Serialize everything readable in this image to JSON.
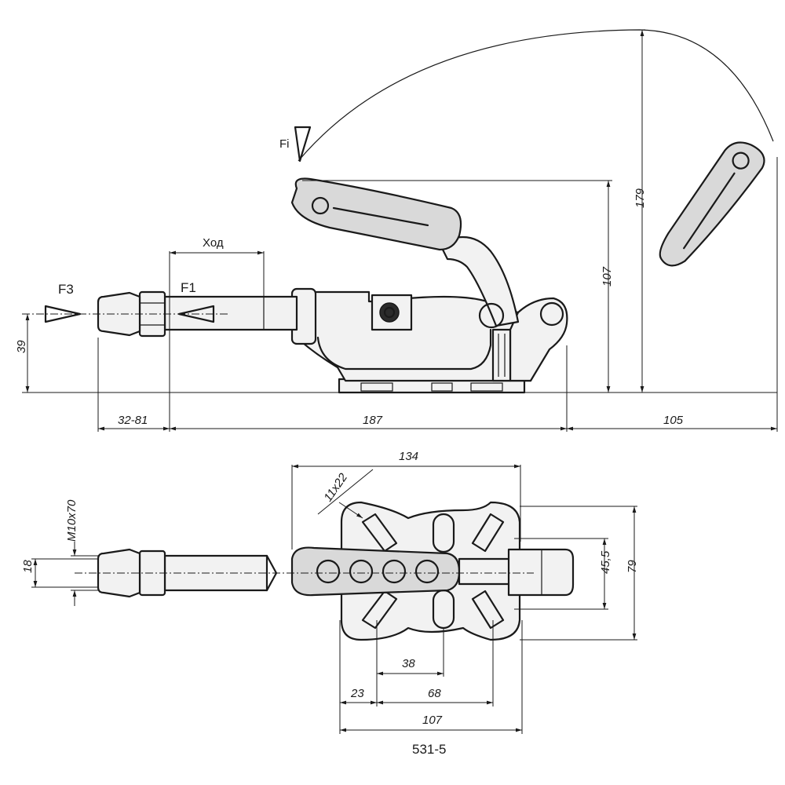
{
  "drawing": {
    "model_label": "531-5",
    "forces": {
      "f1": "F1",
      "f3": "F3",
      "fi": "Fi"
    },
    "stroke_label": "Ход",
    "side_view_dims": {
      "height_39": "39",
      "offset_32_81": "32-81",
      "length_187": "187",
      "length_105": "105",
      "height_107": "107",
      "height_179": "179"
    },
    "top_view_dims": {
      "width_134": "134",
      "slot_11x22": "11x22",
      "thread_m10x70": "M10x70",
      "dia_18": "18",
      "height_45_5": "45,5",
      "height_79": "79",
      "span_38": "38",
      "span_23": "23",
      "span_68": "68",
      "span_107": "107"
    }
  }
}
